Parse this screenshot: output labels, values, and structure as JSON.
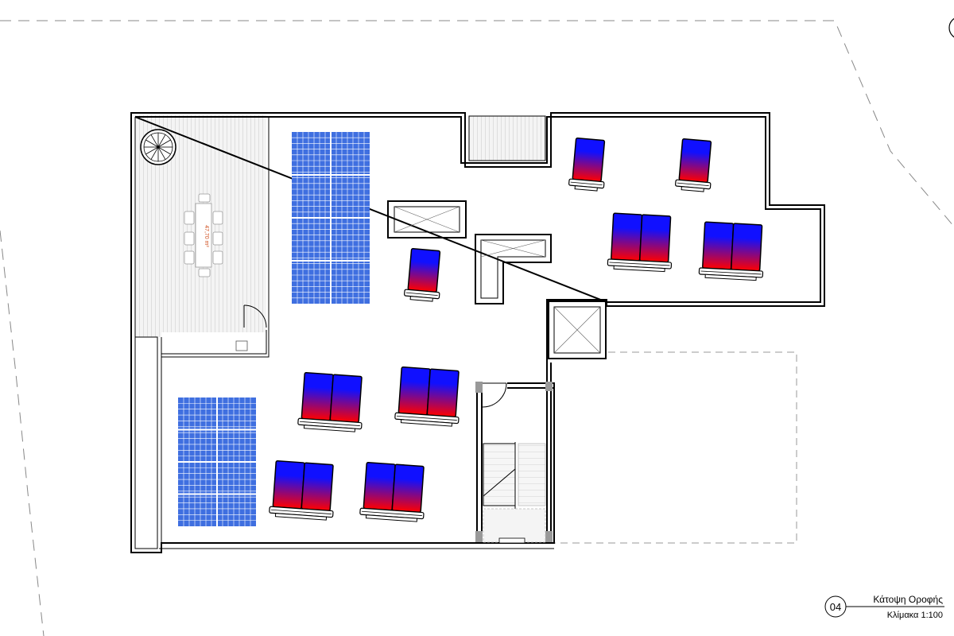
{
  "drawing": {
    "sheet_number": "04",
    "title": "Κάτοψη Οροφής",
    "scale": "Κλίμακα 1:100"
  },
  "terrace": {
    "area_label": "47,70 m²"
  },
  "colors": {
    "wall": "#000000",
    "solar_top": "#1010ff",
    "solar_bottom": "#ff0000",
    "pv_cell": "#3f6fe0",
    "pv_line": "#ffffff",
    "hatch": "#bdbdbd",
    "dashed": "#888888",
    "area_text": "#d05020"
  },
  "icons": {
    "spiral_stair": "spiral-staircase-icon",
    "door_swing": "door-swing-icon",
    "skylight": "skylight-icon"
  },
  "solar_collectors": {
    "singles": 3,
    "doubles": 6
  },
  "pv_arrays": 2
}
